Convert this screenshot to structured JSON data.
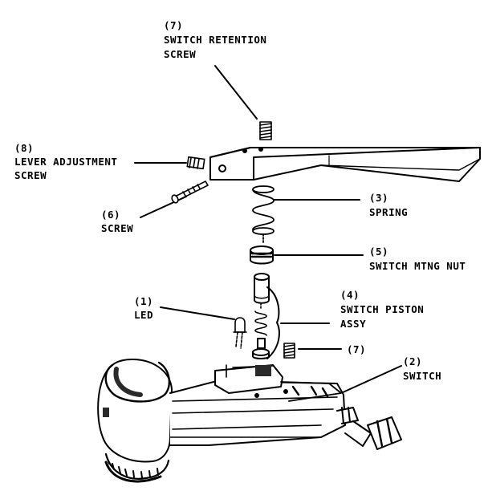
{
  "callouts": {
    "c7_top": {
      "num": "(7)",
      "line1": "SWITCH RETENTION",
      "line2": "SCREW"
    },
    "c8": {
      "num": "(8)",
      "line1": "LEVER ADJUSTMENT",
      "line2": "SCREW"
    },
    "c6": {
      "num": "(6)",
      "line1": "SCREW"
    },
    "c3": {
      "num": "(3)",
      "line1": "SPRING"
    },
    "c5": {
      "num": "(5)",
      "line1": "SWITCH MTNG NUT"
    },
    "c4": {
      "num": "(4)",
      "line1": "SWITCH PISTON",
      "line2": "ASSY"
    },
    "c1": {
      "num": "(1)",
      "line1": "LED"
    },
    "c7_lower": {
      "num": "(7)"
    },
    "c2": {
      "num": "(2)",
      "line1": "SWITCH"
    }
  },
  "colors": {
    "ink": "#000000",
    "paper": "#ffffff",
    "shade": "#2a2a2a"
  }
}
